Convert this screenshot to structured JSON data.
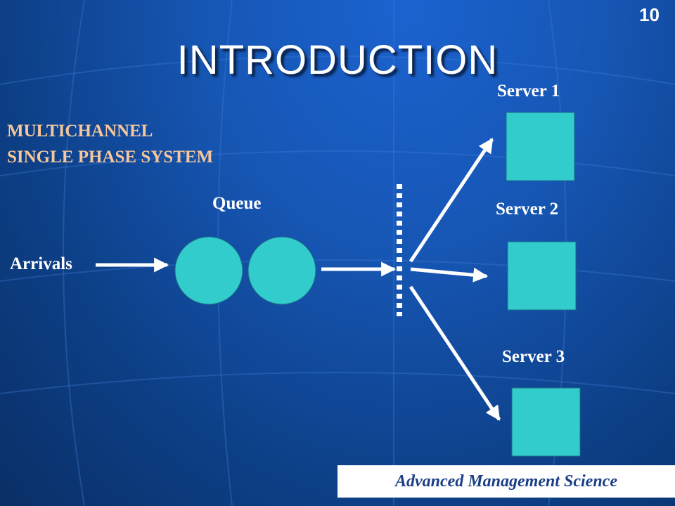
{
  "slide": {
    "number": "10",
    "title": "INTRODUCTION",
    "subtitle": "MULTICHANNEL\nSINGLE PHASE SYSTEM",
    "footer": "Advanced Management Science"
  },
  "diagram": {
    "arrivals_label": "Arrivals",
    "queue_label": "Queue",
    "servers": [
      {
        "label": "Server 1"
      },
      {
        "label": "Server 2"
      },
      {
        "label": "Server 3"
      }
    ]
  },
  "colors": {
    "background": "#1656b4",
    "node_fill": "#33cccc",
    "arrow": "#ffffff",
    "subtitle": "#f6c79a",
    "footer_text": "#1a3f86"
  }
}
